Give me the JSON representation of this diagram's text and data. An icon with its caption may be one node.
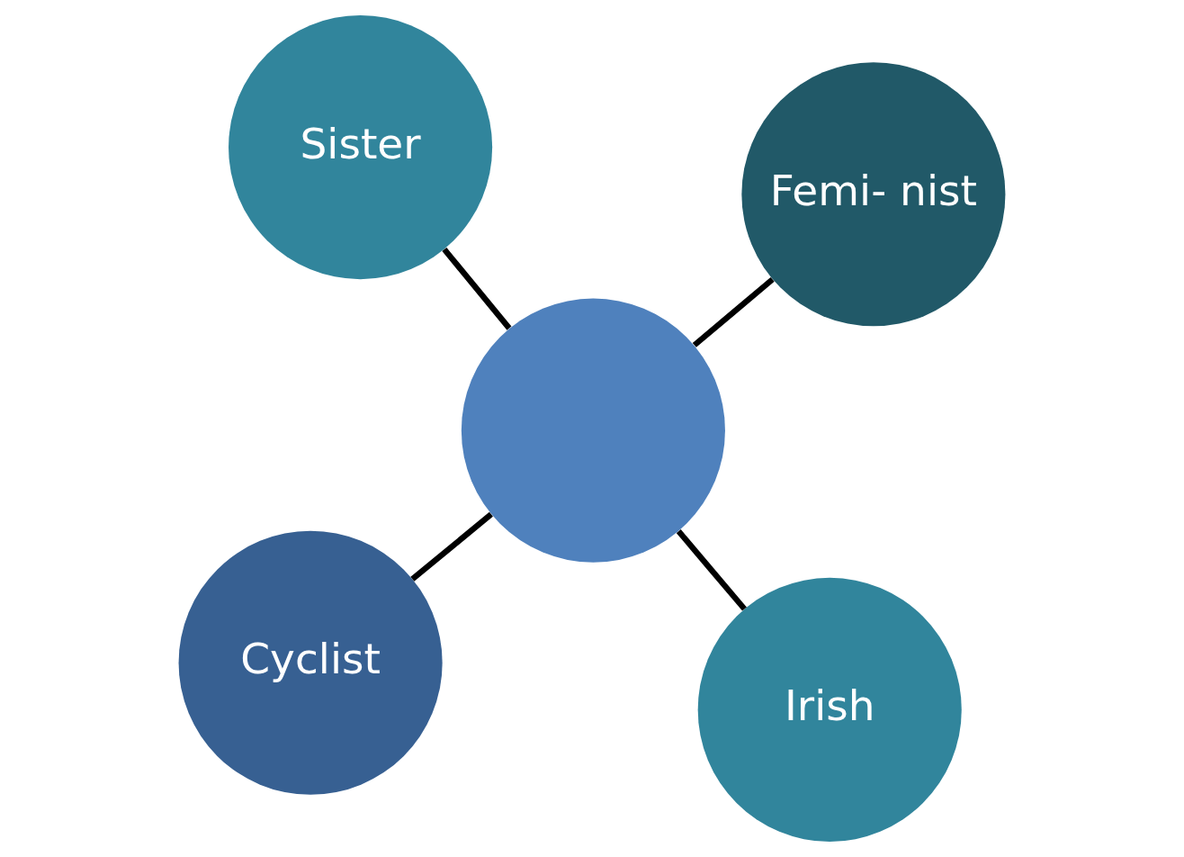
{
  "diagram": {
    "nodes": [
      {
        "text": [
          "Cyclist"
        ]
      },
      {
        "text": [
          "Irish"
        ]
      },
      {
        "text": [],
        "shape": "circle"
      },
      {
        "text": [
          "Sister"
        ]
      },
      {
        "text": [
          "Femi- nist"
        ]
      }
    ],
    "edges": [
      {
        "from": 2,
        "to": 1,
        "arrow": "none"
      },
      {
        "from": 2,
        "to": 0,
        "arrow": "none"
      },
      {
        "from": 2,
        "to": 3,
        "arrow": "none"
      },
      {
        "from": 2,
        "to": 4,
        "arrow": "none"
      }
    ]
  }
}
